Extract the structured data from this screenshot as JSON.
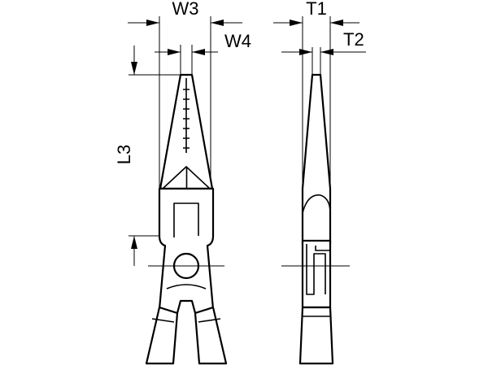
{
  "dimensions": {
    "w3": "W3",
    "w4": "W4",
    "l3": "L3",
    "t1": "T1",
    "t2": "T2"
  },
  "colors": {
    "line": "#000000",
    "background": "#ffffff"
  }
}
